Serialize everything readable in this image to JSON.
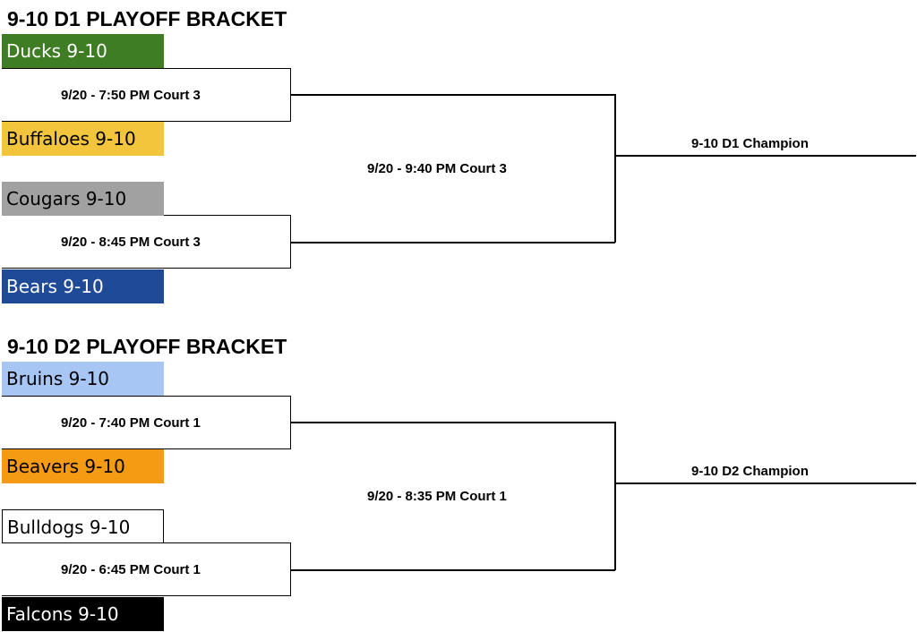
{
  "brackets": [
    {
      "title": "9-10 D1 PLAYOFF BRACKET",
      "teams": [
        {
          "name": "Ducks 9-10",
          "bg": "#3e7d23",
          "fg": "#ffffff"
        },
        {
          "name": "Buffaloes 9-10",
          "bg": "#f3c53c",
          "fg": "#000000"
        },
        {
          "name": "Cougars 9-10",
          "bg": "#a1a1a1",
          "fg": "#000000"
        },
        {
          "name": "Bears 9-10",
          "bg": "#1f4a97",
          "fg": "#ffffff"
        }
      ],
      "games": [
        "9/20 - 7:50 PM Court 3",
        "9/20 - 8:45 PM Court 3"
      ],
      "final": "9/20 - 9:40 PM Court 3",
      "champion": "9-10 D1 Champion"
    },
    {
      "title": "9-10 D2 PLAYOFF BRACKET",
      "teams": [
        {
          "name": "Bruins 9-10",
          "bg": "#a8c6f3",
          "fg": "#000000"
        },
        {
          "name": "Beavers 9-10",
          "bg": "#f59a13",
          "fg": "#000000"
        },
        {
          "name": "Bulldogs 9-10",
          "bg": "#ffffff",
          "fg": "#000000",
          "border": "#000000"
        },
        {
          "name": "Falcons 9-10",
          "bg": "#000000",
          "fg": "#ffffff"
        }
      ],
      "games": [
        "9/20 - 7:40 PM Court 1",
        "9/20 - 6:45 PM Court 1"
      ],
      "final": "9/20 - 8:35 PM Court 1",
      "champion": "9-10 D2 Champion"
    }
  ]
}
